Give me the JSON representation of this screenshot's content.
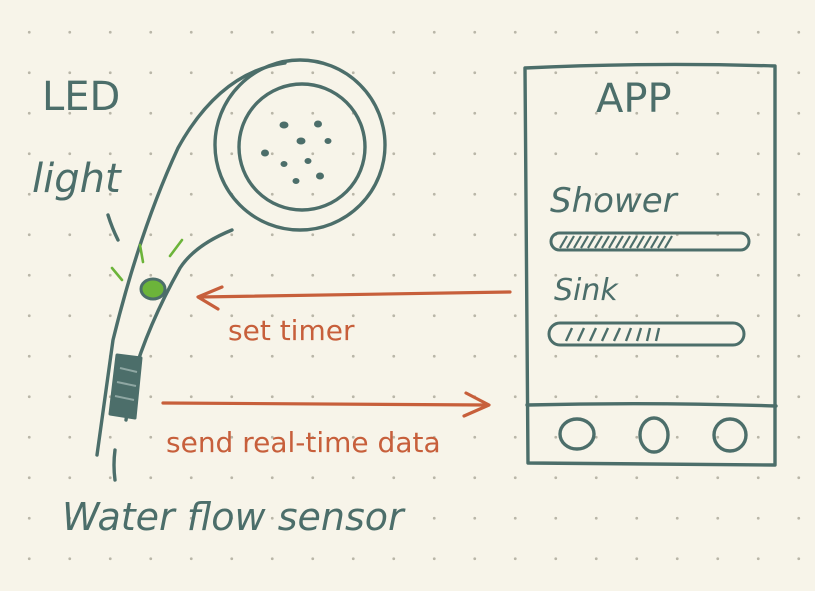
{
  "labels": {
    "led": "LED",
    "light": "light",
    "sensor": "Water flow sensor"
  },
  "app": {
    "title": "APP",
    "items": [
      {
        "label": "Shower"
      },
      {
        "label": "Sink"
      }
    ],
    "nav_buttons": 3
  },
  "arrows": {
    "set_timer": "set timer",
    "send_data": "send real-time data"
  },
  "colors": {
    "ink": "#4c6e6a",
    "arrow": "#c75f3b",
    "led": "#6cb43a",
    "paper": "#f7f4e9"
  }
}
